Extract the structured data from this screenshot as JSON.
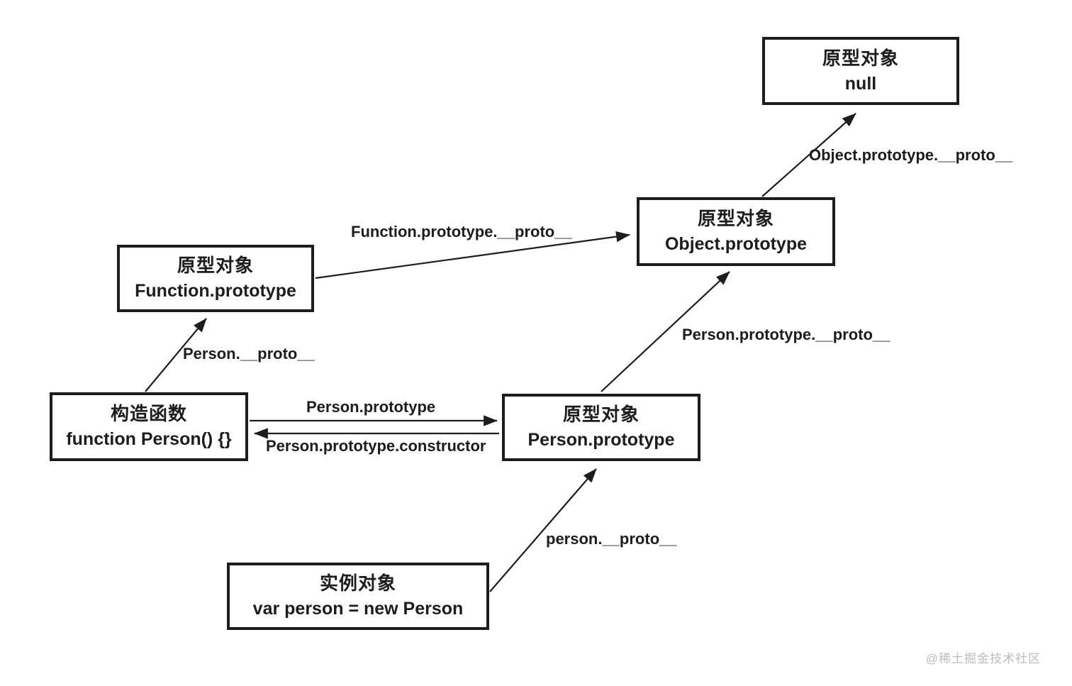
{
  "nodes": {
    "null_box": {
      "title": "原型对象",
      "subtitle": "null"
    },
    "object_prototype": {
      "title": "原型对象",
      "subtitle": "Object.prototype"
    },
    "function_prototype": {
      "title": "原型对象",
      "subtitle": "Function.prototype"
    },
    "constructor_fn": {
      "title": "构造函数",
      "subtitle": "function Person() {}"
    },
    "person_prototype": {
      "title": "原型对象",
      "subtitle": "Person.prototype"
    },
    "instance": {
      "title": "实例对象",
      "subtitle": "var person = new Person"
    }
  },
  "edges": {
    "object_proto_to_null": "Object.prototype.__proto__",
    "function_proto_to_object": "Function.prototype.__proto__",
    "person_to_function_proto": "Person.__proto__",
    "person_prototype": "Person.prototype",
    "person_prototype_ctor": "Person.prototype.constructor",
    "person_proto_to_object": "Person.prototype.__proto__",
    "instance_to_person_proto": "person.__proto__"
  },
  "colors": {
    "stroke": "#1d1d1d",
    "background": "#ffffff",
    "watermark": "#bcbcbc"
  },
  "watermark": "@稀土掘金技术社区"
}
